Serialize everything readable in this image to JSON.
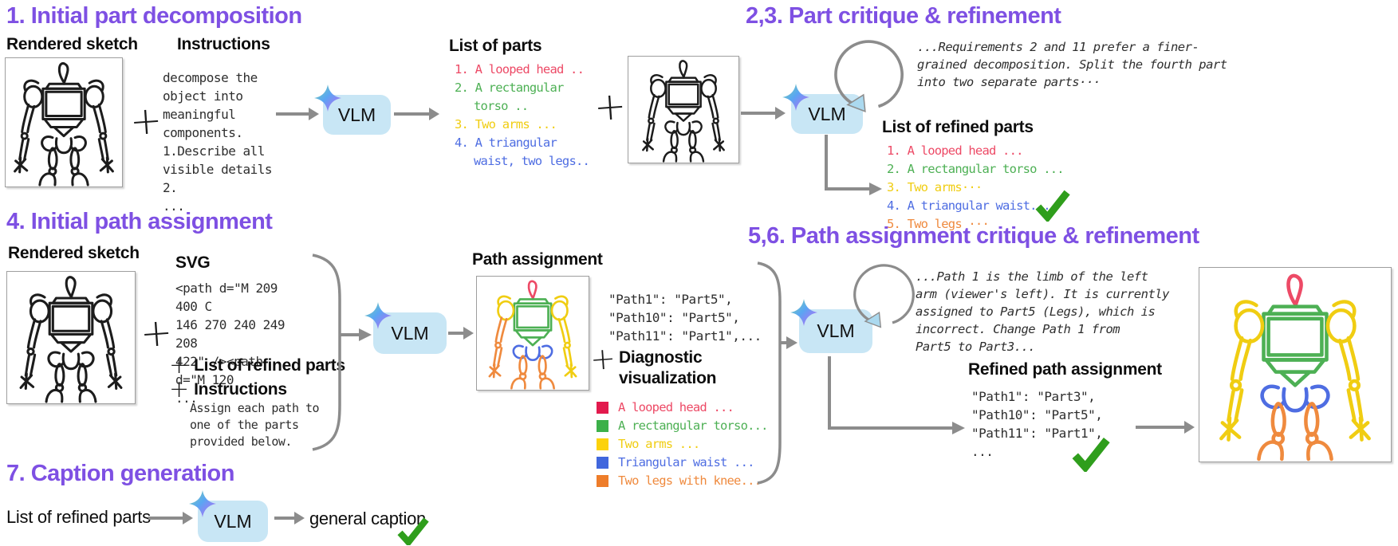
{
  "colors": {
    "purple": "#7e50e3",
    "part_red": "#ed4a66",
    "part_green": "#4db054",
    "part_yellow": "#f0cd12",
    "part_blue": "#4e6de2",
    "part_orange": "#ef8a3e",
    "legend_red_square": "#e21a4d",
    "vlm_bg": "#c8e6f5",
    "arrow_gray": "#8c8c8c",
    "check_green": "#2f9e1c",
    "sketch_ink": "#1c1c1c"
  },
  "vlm_label": "VLM",
  "plus": "+",
  "ellipsis": "...",
  "sections": {
    "s1": {
      "title": "1. Initial part decomposition",
      "rendered_sketch_label": "Rendered sketch",
      "instructions_label": "Instructions",
      "instructions_text": "decompose the\nobject into\nmeaningful\ncomponents.\n1.Describe all\nvisible details 2.\n...",
      "list_heading": "List of parts",
      "items": [
        {
          "text": "1. A looped head ..",
          "color": "#ed4a66"
        },
        {
          "text": "2. A rectangular\ntorso ..",
          "color": "#4db054"
        },
        {
          "text": "3. Two arms ...",
          "color": "#f0cd12"
        },
        {
          "text": "4. A triangular\nwaist, two legs..",
          "color": "#4e6de2"
        }
      ]
    },
    "s23": {
      "title": "2,3. Part critique & refinement",
      "critique_text": "...Requirements 2 and 11 prefer a finer-\ngrained decomposition. Split the fourth part\ninto two separate parts···",
      "refined_heading": "List of refined parts",
      "items": [
        {
          "text": "1. A looped head ...",
          "color": "#ed4a66"
        },
        {
          "text": "2. A rectangular torso ...",
          "color": "#4db054"
        },
        {
          "text": "3. Two arms···",
          "color": "#f0cd12"
        },
        {
          "text": "4. A triangular waist...",
          "color": "#4e6de2"
        },
        {
          "text": "5. Two legs ···",
          "color": "#ef8a3e"
        }
      ]
    },
    "s4": {
      "title": "4. Initial path assignment",
      "rendered_sketch_label": "Rendered sketch",
      "svg_heading": "SVG",
      "svg_code": "<path d=\"M 209 400 C\n146 270 240 249 208\n422\" /><path d=\"M 120\n...",
      "plus_list_label": "List of refined parts",
      "plus_instructions_label": "Instructions",
      "assign_text": "Assign each path to\none of the parts\nprovided below.",
      "path_assignment_label": "Path assignment",
      "path_json": "\"Path1\": \"Part5\",\n\"Path10\": \"Part5\",\n\"Path11\": \"Part1\",...",
      "diagnostic_label": "Diagnostic\nvisualization",
      "legend": [
        {
          "label": "A looped head ...",
          "color": "#ed4a66",
          "square": "#e21a4d"
        },
        {
          "label": "A rectangular torso...",
          "color": "#4db054",
          "square": "#3cb049"
        },
        {
          "label": "Two arms ...",
          "color": "#f0cd12",
          "square": "#fcd20b"
        },
        {
          "label": "Triangular waist ...",
          "color": "#4e6de2",
          "square": "#4167dd"
        },
        {
          "label": "Two legs with knee...",
          "color": "#ef8a3e",
          "square": "#ee7d2a"
        }
      ]
    },
    "s56": {
      "title": "5,6. Path assignment critique & refinement",
      "critique_text": "...Path 1 is the limb of the left\narm (viewer's left). It is currently\nassigned to Part5 (Legs), which is\nincorrect. Change Path 1 from\nPart5 to Part3...",
      "refined_heading": "Refined path assignment",
      "refined_json": "\"Path1\": \"Part3\",\n\"Path10\": \"Part5\",\n\"Path11\": \"Part1\",\n..."
    },
    "s7": {
      "title": "7. Caption generation",
      "input_label": "List of refined parts",
      "output_label": "general caption"
    }
  }
}
